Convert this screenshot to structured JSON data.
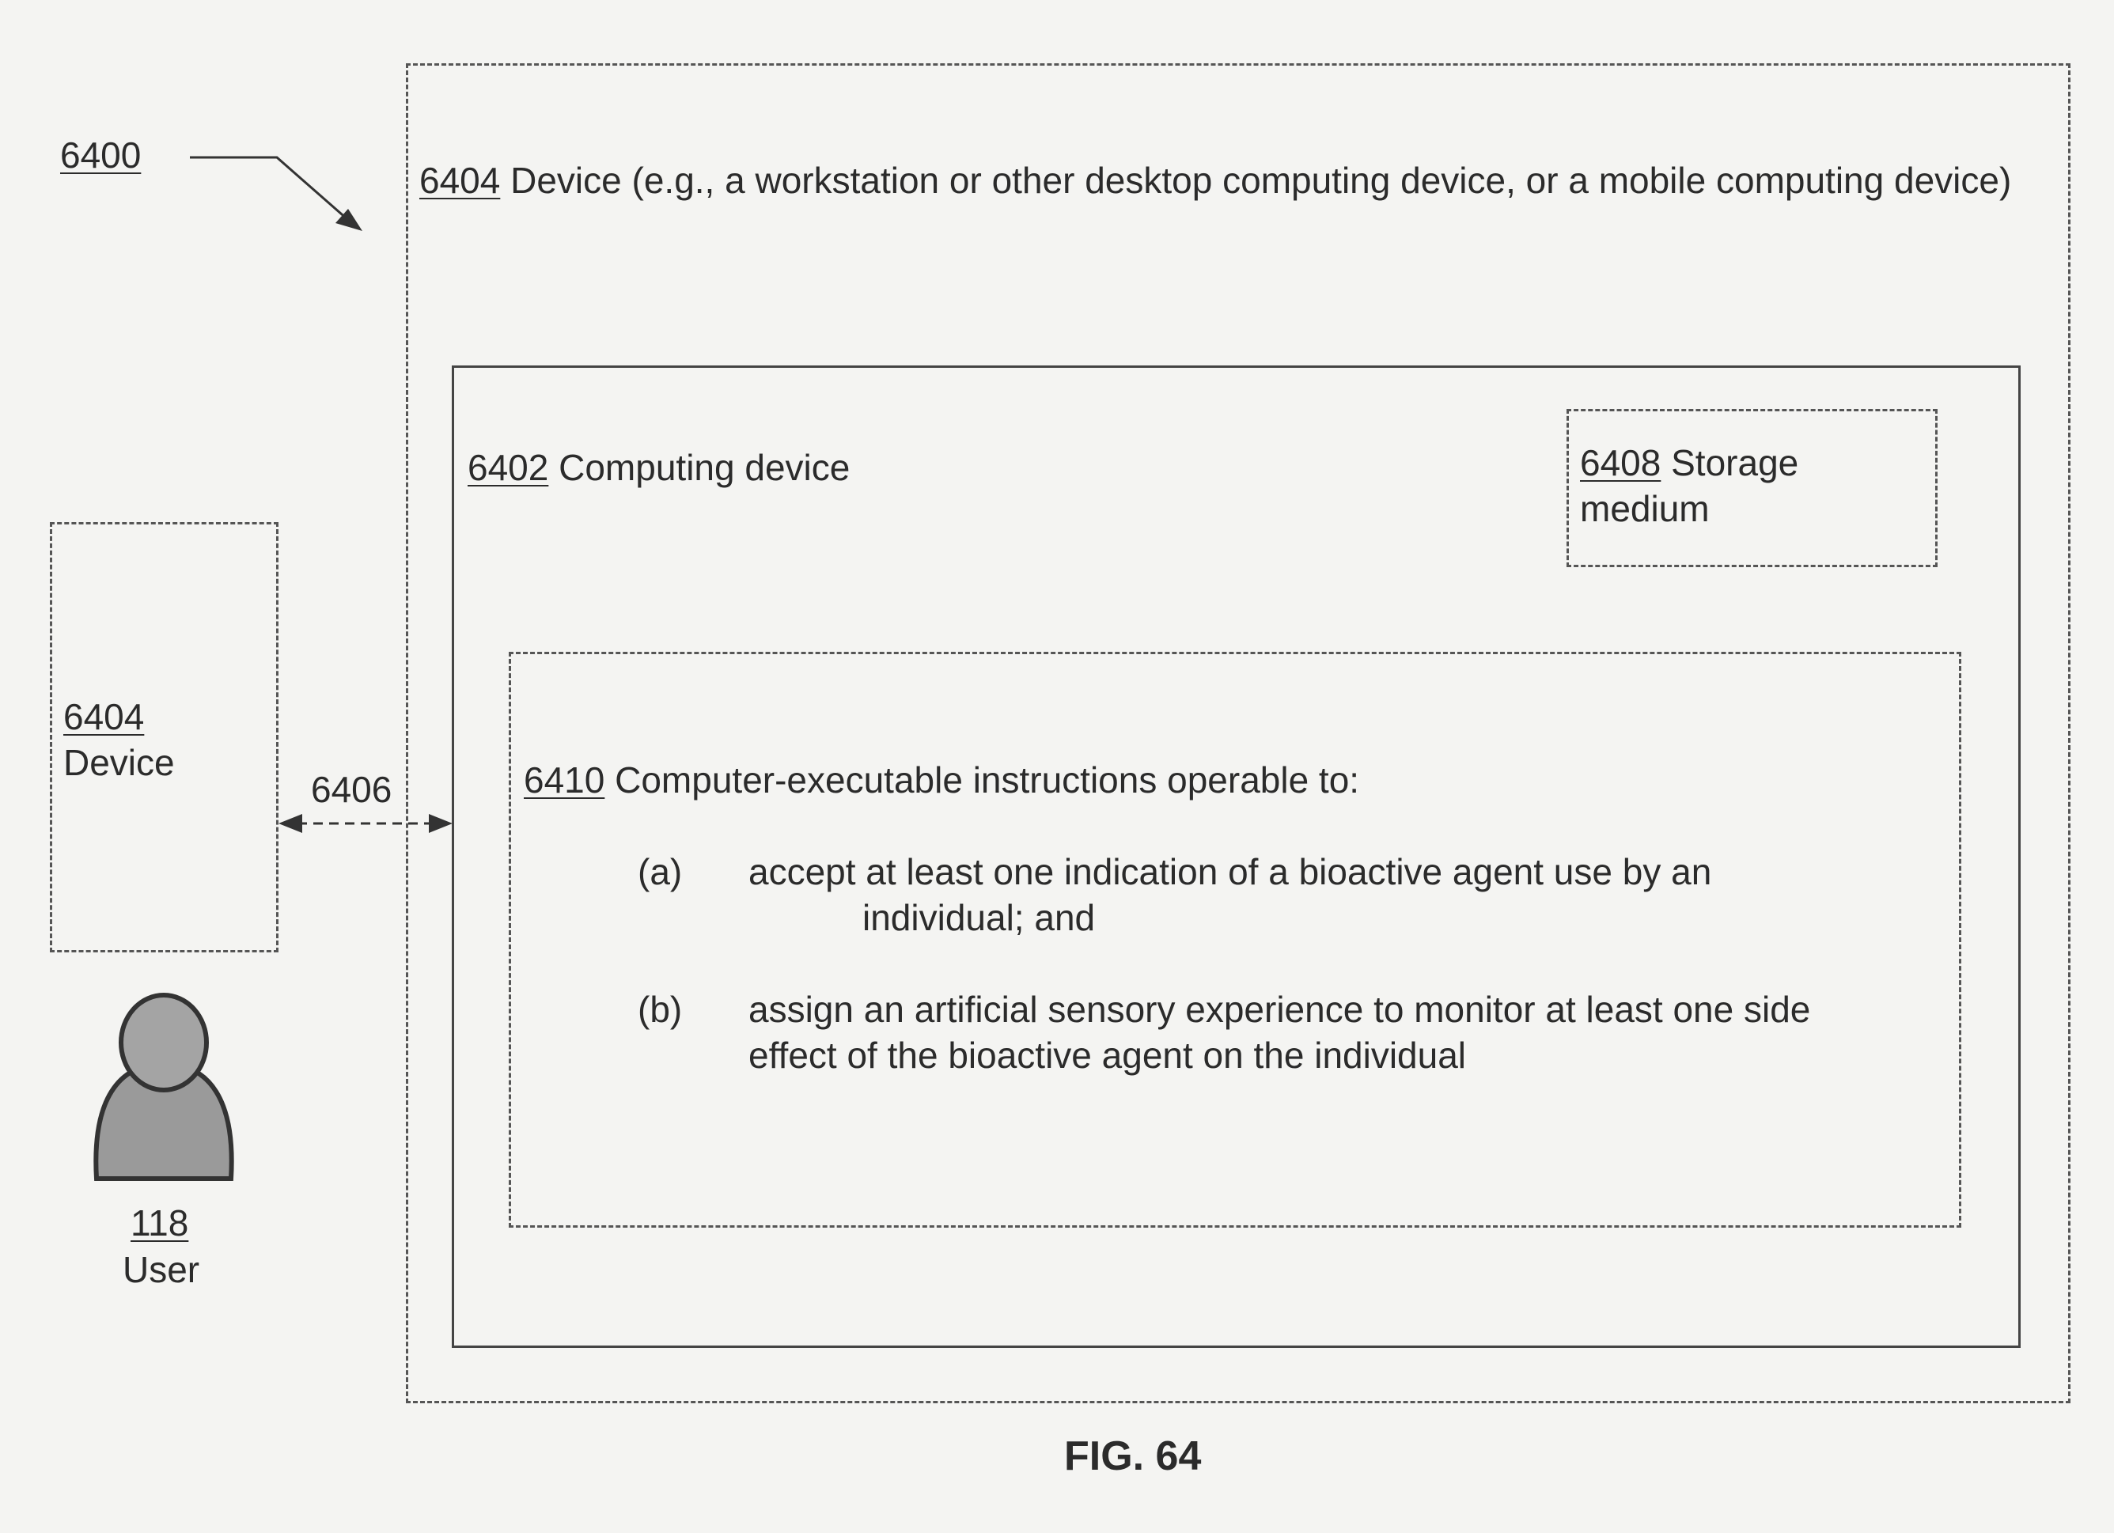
{
  "figure": {
    "system_ref": "6400",
    "outer_device": {
      "ref": "6404",
      "label": " Device (e.g., a workstation or other desktop computing device, or a mobile computing device)"
    },
    "computing_device": {
      "ref": "6402",
      "label": " Computing device"
    },
    "storage_medium": {
      "ref": "6408",
      "label": " Storage medium"
    },
    "instructions": {
      "ref": "6410",
      "label": " Computer-executable instructions operable to:",
      "items": [
        {
          "marker": "(a)",
          "line1": "accept at least one indication of a bioactive agent use by an",
          "line2": "individual; and"
        },
        {
          "marker": "(b)",
          "line1": "assign an artificial sensory experience to monitor at least one side",
          "line2": "effect of the bioactive agent on the individual"
        }
      ]
    },
    "remote_device": {
      "ref": "6404",
      "label": "Device"
    },
    "link_ref": "6406",
    "user": {
      "ref": "118",
      "label": "User"
    },
    "caption": "FIG. 64"
  },
  "colors": {
    "line": "#444444",
    "text": "#2b2b2b",
    "user_icon": "#9a9a9a"
  },
  "icons": {
    "user": "person-icon"
  }
}
